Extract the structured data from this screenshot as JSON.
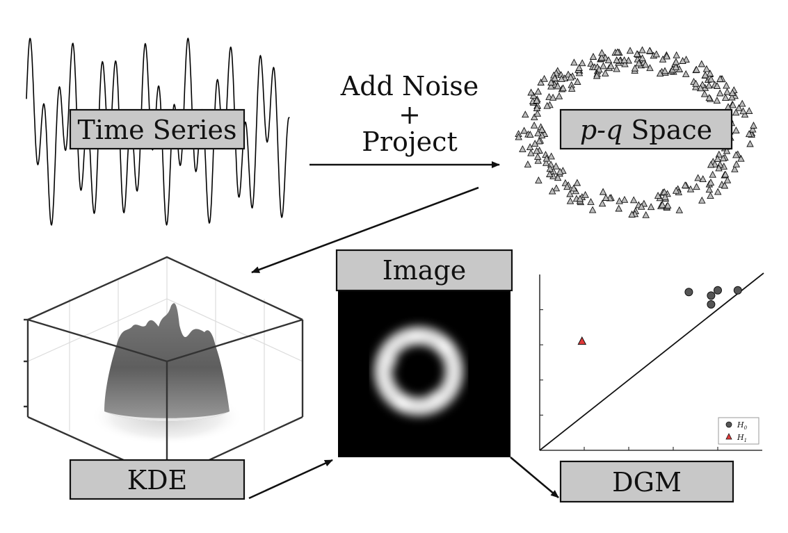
{
  "labels": {
    "time_series": "Time Series",
    "pq_space_italic": "p-q",
    "pq_space_rest": " Space",
    "image": "Image",
    "kde": "KDE",
    "dgm": "DGM",
    "op_line1": "Add Noise",
    "op_line2": "+",
    "op_line3": "Project"
  },
  "legend": {
    "h0_base": "H",
    "h0_sub": "0",
    "h1_base": "H",
    "h1_sub": "1"
  },
  "colors": {
    "box_fill": "#c8c8c8",
    "h0_marker": "#555555",
    "h1_marker": "#e03a3a",
    "point_marker": "#bdbdbd"
  },
  "chart_data": {
    "type": "scatter",
    "title": "",
    "xlabel": "",
    "ylabel": "",
    "xlim": [
      0,
      1
    ],
    "ylim": [
      0,
      1
    ],
    "grid": false,
    "legend_placement": "bottom-right",
    "diagonal": true,
    "series": [
      {
        "name": "H0",
        "marker": "circle",
        "points": [
          [
            0.67,
            0.9
          ],
          [
            0.77,
            0.88
          ],
          [
            0.8,
            0.91
          ],
          [
            0.89,
            0.91
          ],
          [
            0.77,
            0.83
          ]
        ]
      },
      {
        "name": "H1",
        "marker": "triangle",
        "points": [
          [
            0.19,
            0.62
          ]
        ]
      }
    ]
  }
}
